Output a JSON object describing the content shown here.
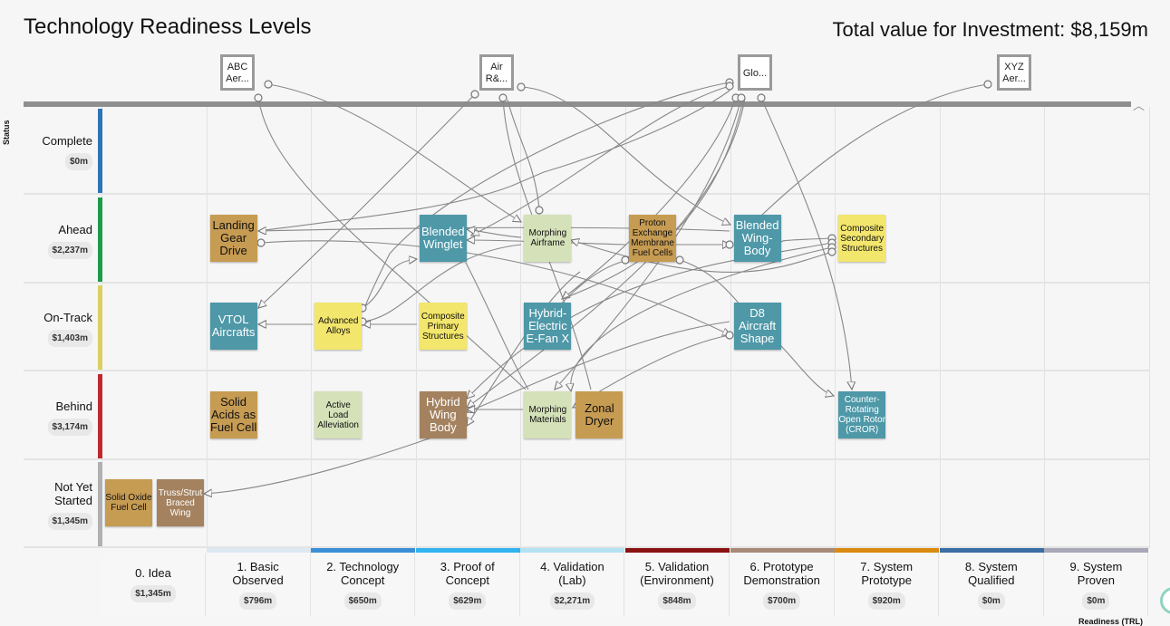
{
  "title": "Technology Readiness Levels",
  "total": "Total value for Investment: $8,159m",
  "status_axis": "Status",
  "readiness_axis": "Readiness (TRL)",
  "orgs": [
    "ABC Aer...",
    "Air R&...",
    "Glo...",
    "XYZ Aer..."
  ],
  "statuses": [
    {
      "label": "Complete",
      "value": "$0m",
      "color": "#2f74b5"
    },
    {
      "label": "Ahead",
      "value": "$2,237m",
      "color": "#1e9a48"
    },
    {
      "label": "On-Track",
      "value": "$1,403m",
      "color": "#d8d062"
    },
    {
      "label": "Behind",
      "value": "$3,174m",
      "color": "#c0282e"
    },
    {
      "label": "Not Yet Started",
      "value": "$1,345m",
      "color": "#b0b0b0"
    }
  ],
  "levels": [
    {
      "label": "0. Idea",
      "value": "$1,345m",
      "color": "#f6f6f6"
    },
    {
      "label": "1. Basic Observed",
      "value": "$796m",
      "color": "#dde8f2"
    },
    {
      "label": "2. Technology Concept",
      "value": "$650m",
      "color": "#3b8fd6"
    },
    {
      "label": "3. Proof of Concept",
      "value": "$629m",
      "color": "#33b3ee"
    },
    {
      "label": "4. Validation (Lab)",
      "value": "$2,271m",
      "color": "#b4e2f2"
    },
    {
      "label": "5. Validation (Environment)",
      "value": "$848m",
      "color": "#8a1212"
    },
    {
      "label": "6. Prototype Demonstration",
      "value": "$700m",
      "color": "#a88a78"
    },
    {
      "label": "7. System Prototype",
      "value": "$920m",
      "color": "#d98a10"
    },
    {
      "label": "8. System Qualified",
      "value": "$0m",
      "color": "#3a6ea5"
    },
    {
      "label": "9. System Proven",
      "value": "$0m",
      "color": "#a8a8b8"
    }
  ],
  "nodes": [
    {
      "label": "Landing Gear Drive",
      "status": "Ahead",
      "level": 1,
      "style": "tan"
    },
    {
      "label": "VTOL Aircrafts",
      "status": "On-Track",
      "level": 1,
      "style": "teal"
    },
    {
      "label": "Solid Acids as Fuel Cell",
      "status": "Behind",
      "level": 1,
      "style": "tan"
    },
    {
      "label": "Advanced Alloys",
      "status": "On-Track",
      "level": 2,
      "style": "yellow"
    },
    {
      "label": "Active Load Alleviation",
      "status": "Behind",
      "level": 2,
      "style": "green"
    },
    {
      "label": "Blended Winglet",
      "status": "Ahead",
      "level": 3,
      "style": "teal"
    },
    {
      "label": "Composite Primary Structures",
      "status": "On-Track",
      "level": 3,
      "style": "yellow"
    },
    {
      "label": "Hybrid Wing Body",
      "status": "Behind",
      "level": 3,
      "style": "brown"
    },
    {
      "label": "Morphing Airframe",
      "status": "Ahead",
      "level": 4,
      "style": "green"
    },
    {
      "label": "Hybrid-Electric E-Fan X",
      "status": "On-Track",
      "level": 4,
      "style": "teal"
    },
    {
      "label": "Morphing Materials",
      "status": "Behind",
      "level": 4,
      "style": "green"
    },
    {
      "label": "Zonal Dryer",
      "status": "Behind",
      "level": 4,
      "style": "tan"
    },
    {
      "label": "Proton Exchange Membrane Fuel Cells",
      "status": "Ahead",
      "level": 5,
      "style": "tan"
    },
    {
      "label": "Blended Wing-Body",
      "status": "Ahead",
      "level": 6,
      "style": "teal"
    },
    {
      "label": "D8 Aircraft Shape",
      "status": "On-Track",
      "level": 6,
      "style": "teal"
    },
    {
      "label": "Composite Secondary Structures",
      "status": "Ahead",
      "level": 7,
      "style": "yellow"
    },
    {
      "label": "Counter-Rotating Open Rotor (CROR)",
      "status": "Behind",
      "level": 7,
      "style": "teal"
    },
    {
      "label": "Solid Oxide Fuel Cell",
      "status": "Not Yet Started",
      "level": 0,
      "style": "tan"
    },
    {
      "label": "Truss/Strut Braced Wing",
      "status": "Not Yet Started",
      "level": 0,
      "style": "brown"
    }
  ]
}
